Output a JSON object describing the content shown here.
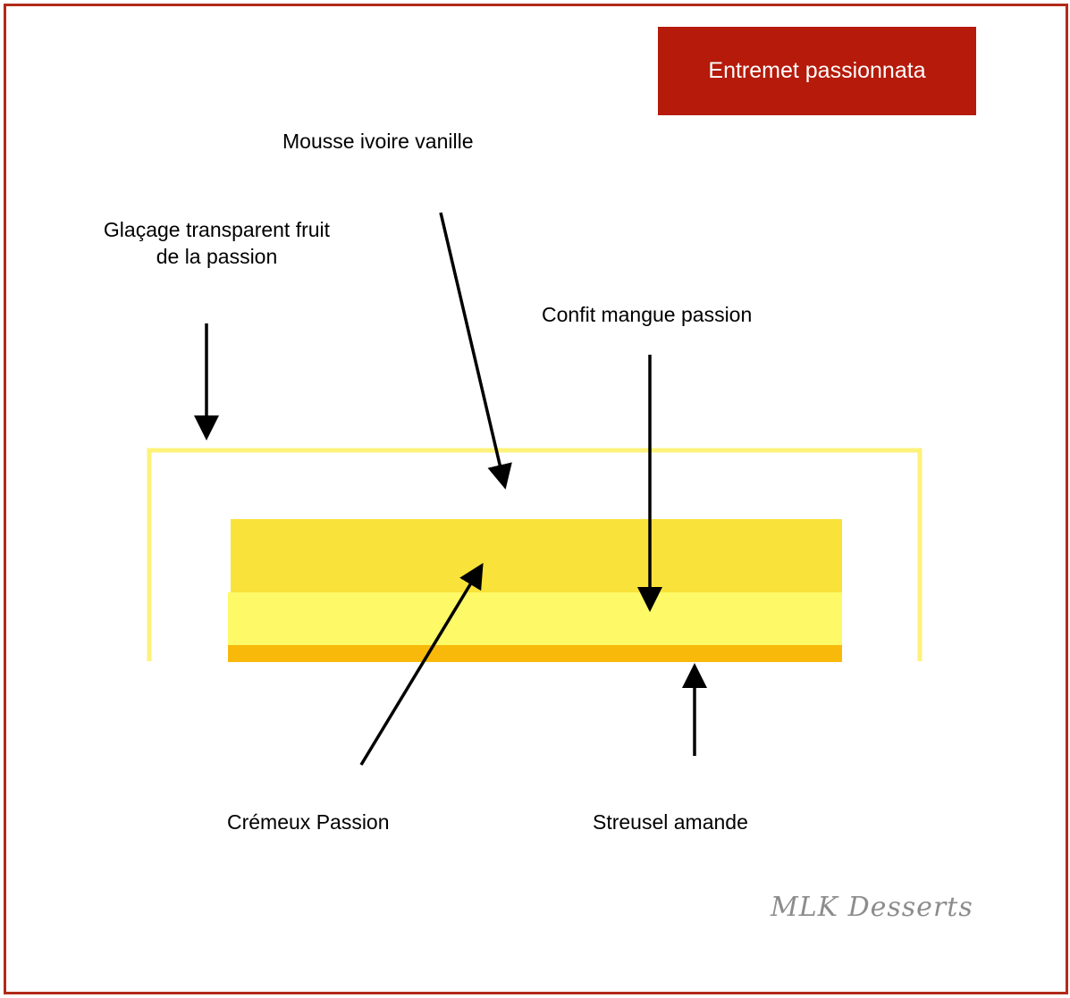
{
  "title": "Entremet passionnata",
  "labels": {
    "mousse": "Mousse ivoire vanille",
    "glacage": "Glaçage transparent fruit de la passion",
    "confit": "Confit mangue passion",
    "cremeux": "Crémeux Passion",
    "streusel": "Streusel amande"
  },
  "watermark": "MLK Desserts",
  "colors": {
    "frame": "#b22a1a",
    "title_bg": "#b51a0a",
    "glacage": "#fdf27a",
    "mousse": "#f9e23a",
    "confit": "#fdf967",
    "streusel": "#f8b90a"
  }
}
